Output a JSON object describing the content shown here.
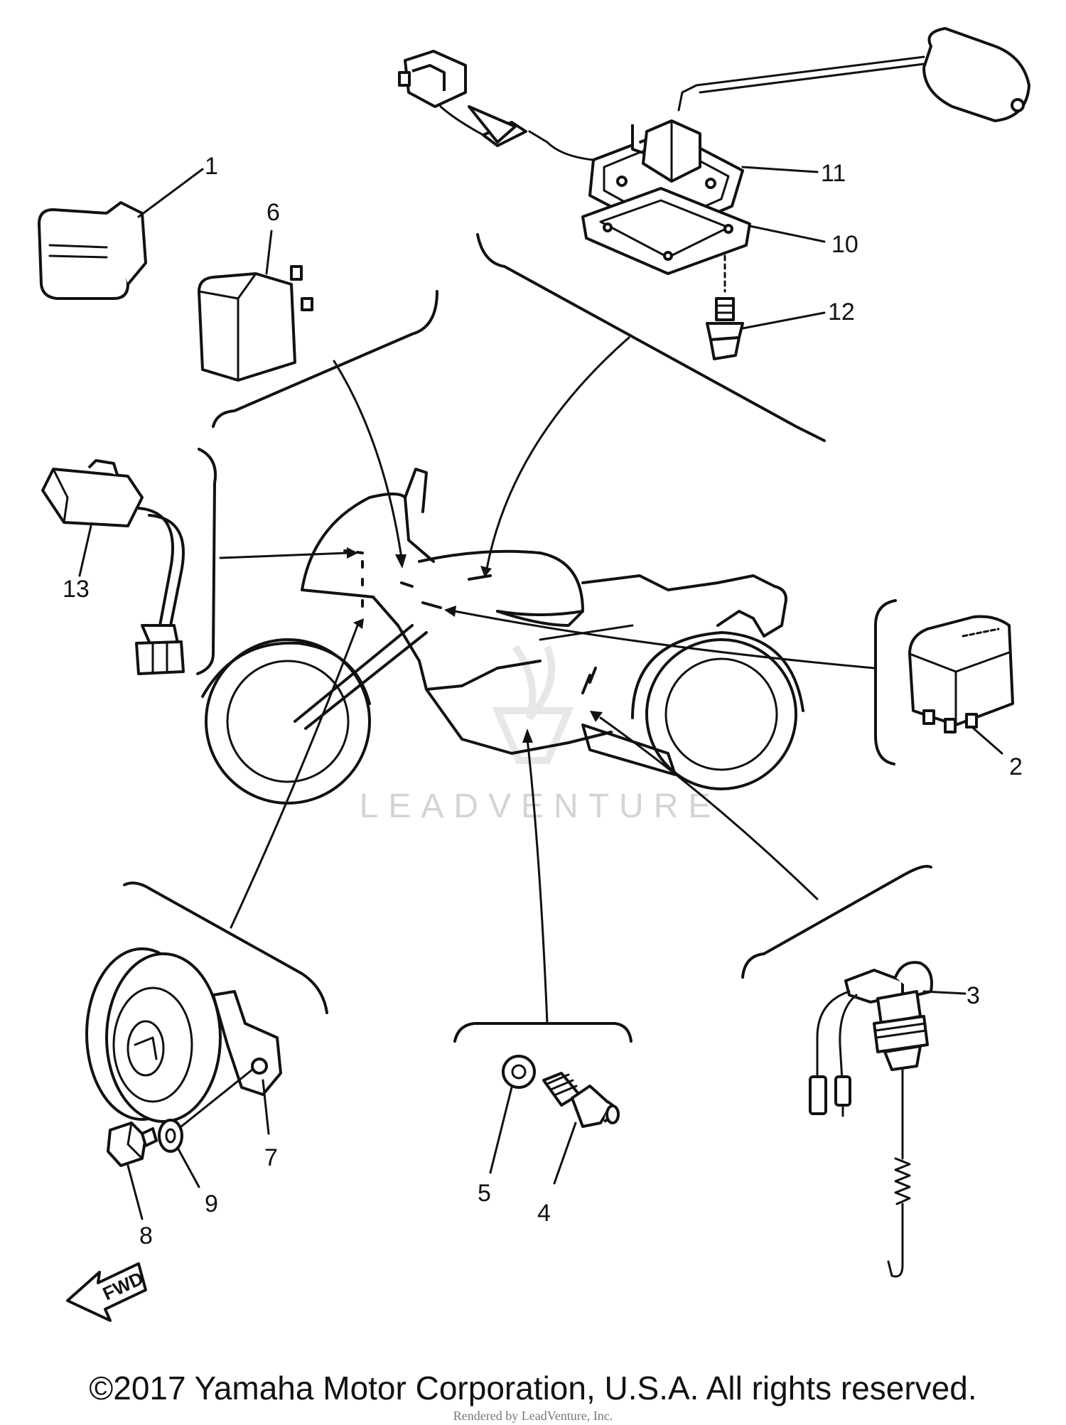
{
  "callouts": {
    "c1": "1",
    "c2": "2",
    "c3": "3",
    "c4": "4",
    "c5": "5",
    "c6": "6",
    "c7": "7",
    "c8": "8",
    "c9": "9",
    "c10": "10",
    "c11": "11",
    "c12": "12",
    "c13": "13"
  },
  "fwd_label": "FWD",
  "watermark": "LEADVENTURE",
  "footer": {
    "copyright": "©2017 Yamaha Motor Corporation, U.S.A. All rights reserved.",
    "rendered_by": "Rendered by LeadVenture, Inc."
  }
}
